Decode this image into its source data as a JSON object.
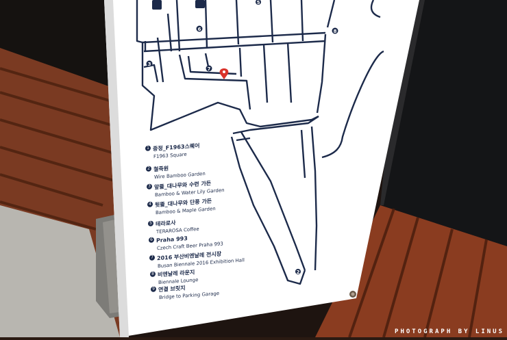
{
  "legend": [
    {
      "num": "1",
      "ko": "중정_F1963스퀘어",
      "en": "F1963 Square"
    },
    {
      "num": "2",
      "ko": "철죽원",
      "en": "Wire Bamboo Garden"
    },
    {
      "num": "3",
      "ko": "앞뜰_대나무와 수련 가든",
      "en": "Bamboo & Water Lily Garden"
    },
    {
      "num": "4",
      "ko": "뒷뜰_대나무와 단풍 가든",
      "en": "Bamboo & Maple Garden"
    },
    {
      "num": "5",
      "ko": "테라로사",
      "en": "TERAROSA Coffee"
    },
    {
      "num": "6",
      "ko": "Praha 993",
      "en": "Czech Craft Beer Praha 993"
    },
    {
      "num": "7",
      "ko": "2016 부산비엔날레 전시장",
      "en": "Busan Biennale 2016 Exhibition Hall"
    },
    {
      "num": "8",
      "ko": "비엔날레 라운지",
      "en": "Biennale Lounge"
    },
    {
      "num": "9",
      "ko": "연결 브릿지",
      "en": "Bridge to Parking Garage"
    }
  ],
  "map_numbers": [
    "3",
    "6",
    "7",
    "8",
    "2",
    "5"
  ],
  "credit": "PHOTOGRAPH BY LINUS"
}
